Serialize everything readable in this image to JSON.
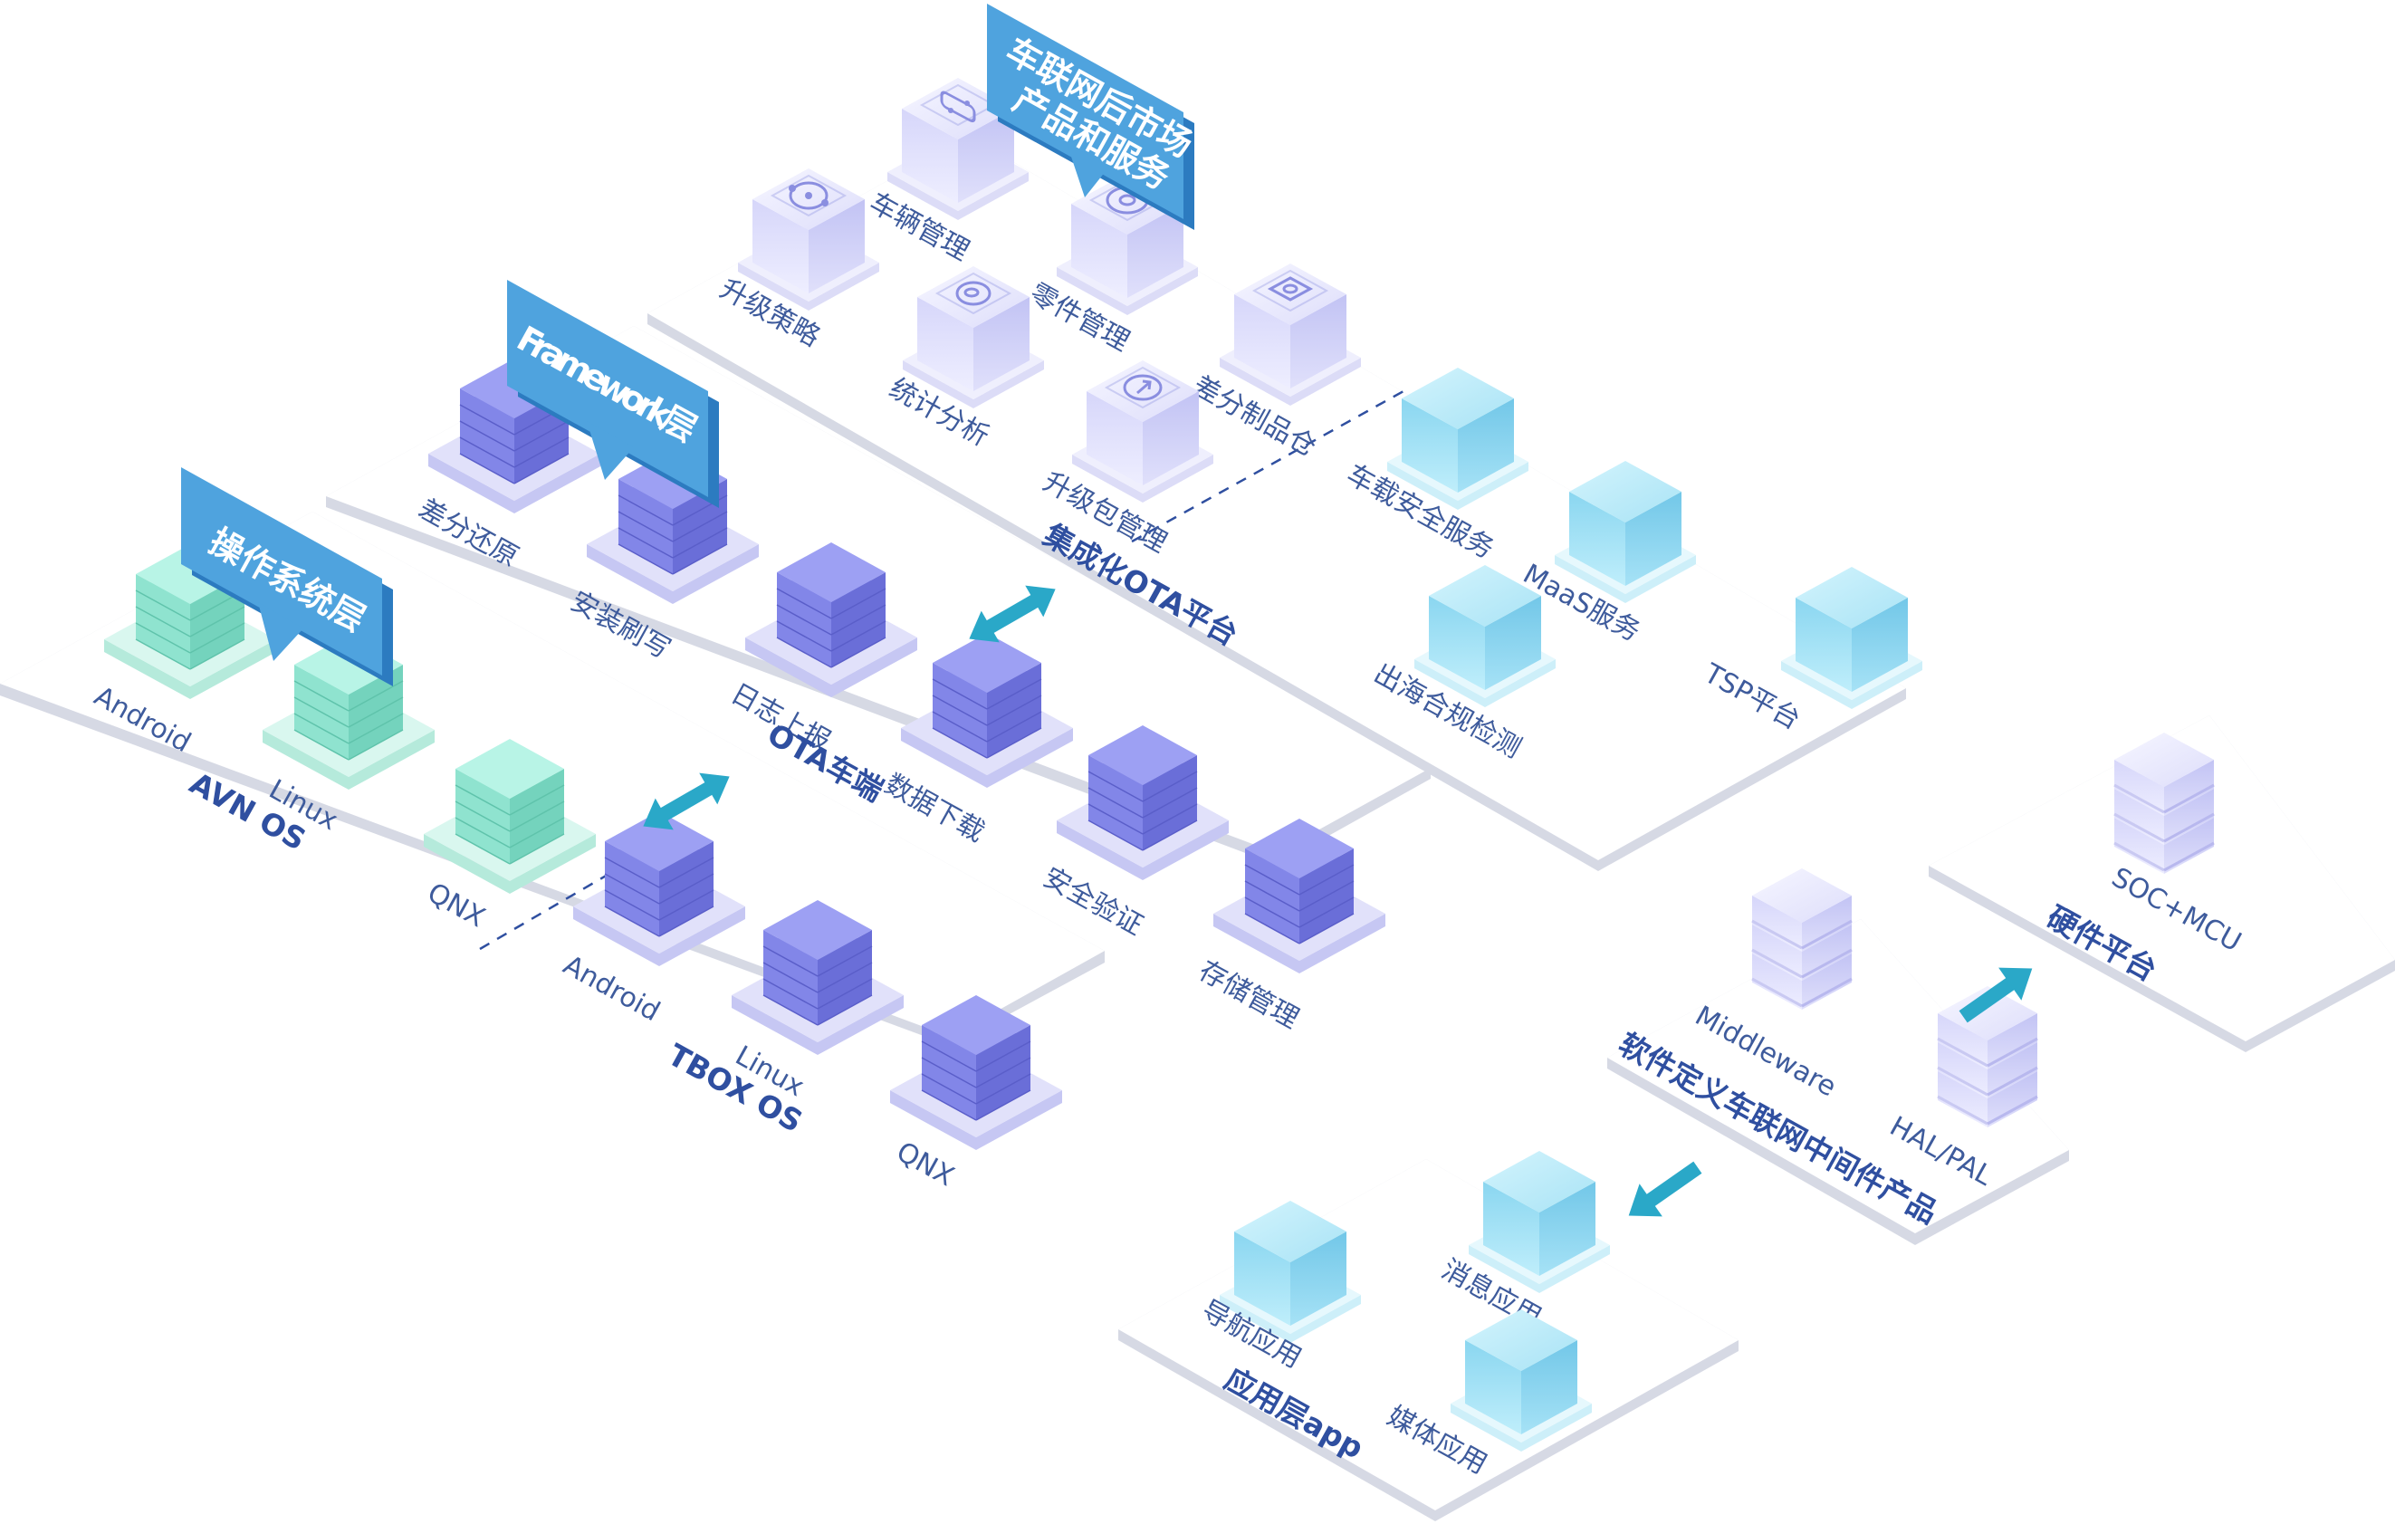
{
  "callouts": {
    "os_layer": "操作系统层",
    "framework_layer": "Framework层",
    "aftermarket_line1": "车联网后市场",
    "aftermarket_line2": "产品和服务"
  },
  "platforms": {
    "avn_os": "AVN OS",
    "tbox_os": "TBOX OS",
    "ota_client": "OTA车端",
    "ota_platform": "集成化OTA平台",
    "app_layer": "应用层app",
    "middleware_product": "软件定义车联网中间件产品",
    "hardware_platform": "硬件平台"
  },
  "nodes": {
    "avn_android": "Android",
    "avn_linux": "Linux",
    "avn_qnx": "QNX",
    "tbox_android": "Android",
    "tbox_linux": "Linux",
    "tbox_qnx": "QNX",
    "diff_restore": "差分还原",
    "install_flash": "安装刷写",
    "log_report": "日志上报",
    "data_download": "数据下载",
    "security_verify": "安全验证",
    "storage_mgmt": "存储管理",
    "vehicle_mgmt": "车辆管理",
    "upgrade_strategy": "升级策略",
    "parts_mgmt": "零件管理",
    "statistics": "统计分析",
    "diff_package_repo": "差分制品仓",
    "upgrade_package_mgmt": "升级包管理",
    "vehicle_security": "车载安全服务",
    "maas": "MaaS服务",
    "overseas_compliance": "出海合规检测",
    "tsp": "TSP平台",
    "middleware": "Middleware",
    "hal_pal": "HAL/PAL",
    "soc_mcu": "SOC+MCU",
    "message_app": "消息应用",
    "nav_app": "导航应用",
    "media_app": "媒体应用"
  },
  "icons": {
    "vehicle_mgmt": "car-icon",
    "upgrade_strategy": "network-icon",
    "parts_mgmt": "gear-icon",
    "statistics": "magnifier-icon",
    "diff_package_repo": "package-icon",
    "upgrade_package_mgmt": "upload-arrow-icon"
  },
  "colors": {
    "callout_blue": "#4fa3de",
    "arrow_teal": "#2aa8c8",
    "label_blue": "#3e5b9c",
    "platform_label": "#2f4fa0",
    "cube_green": "#9ae9d6",
    "cube_purple": "#8f92ee",
    "cube_lavender": "#dcdcfa",
    "cube_sky": "#a9e3f5"
  }
}
